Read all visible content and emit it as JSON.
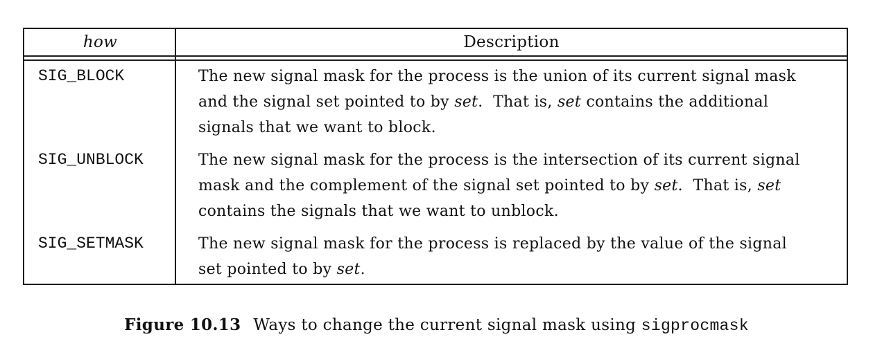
{
  "table": {
    "headers": {
      "how": "how",
      "description": "Description"
    },
    "rows": [
      {
        "how": "SIG_BLOCK",
        "description_lines": [
          [
            {
              "t": "The new signal mask for the process is the union of its current signal mask"
            }
          ],
          [
            {
              "t": "and the signal set pointed to by "
            },
            {
              "t": "set",
              "em": true
            },
            {
              "t": ".  That is, "
            },
            {
              "t": "set",
              "em": true
            },
            {
              "t": " contains the additional"
            }
          ],
          [
            {
              "t": "signals that we want to block."
            }
          ]
        ]
      },
      {
        "how": "SIG_UNBLOCK",
        "description_lines": [
          [
            {
              "t": "The new signal mask for the process is the intersection of its current signal"
            }
          ],
          [
            {
              "t": "mask and the complement of the signal set pointed to by "
            },
            {
              "t": "set",
              "em": true
            },
            {
              "t": ".  That is, "
            },
            {
              "t": "set",
              "em": true
            }
          ],
          [
            {
              "t": "contains the signals that we want to unblock."
            }
          ]
        ]
      },
      {
        "how": "SIG_SETMASK",
        "description_lines": [
          [
            {
              "t": "The new signal mask for the process is replaced by the value of the signal"
            }
          ],
          [
            {
              "t": "set pointed to by "
            },
            {
              "t": "set",
              "em": true
            },
            {
              "t": "."
            }
          ]
        ]
      }
    ]
  },
  "caption": {
    "label": "Figure 10.13",
    "text": "Ways to change the current signal mask using ",
    "code": "sigprocmask"
  },
  "colors": {
    "text": "#111111",
    "rule": "#1c1c1c",
    "background": "#ffffff"
  }
}
